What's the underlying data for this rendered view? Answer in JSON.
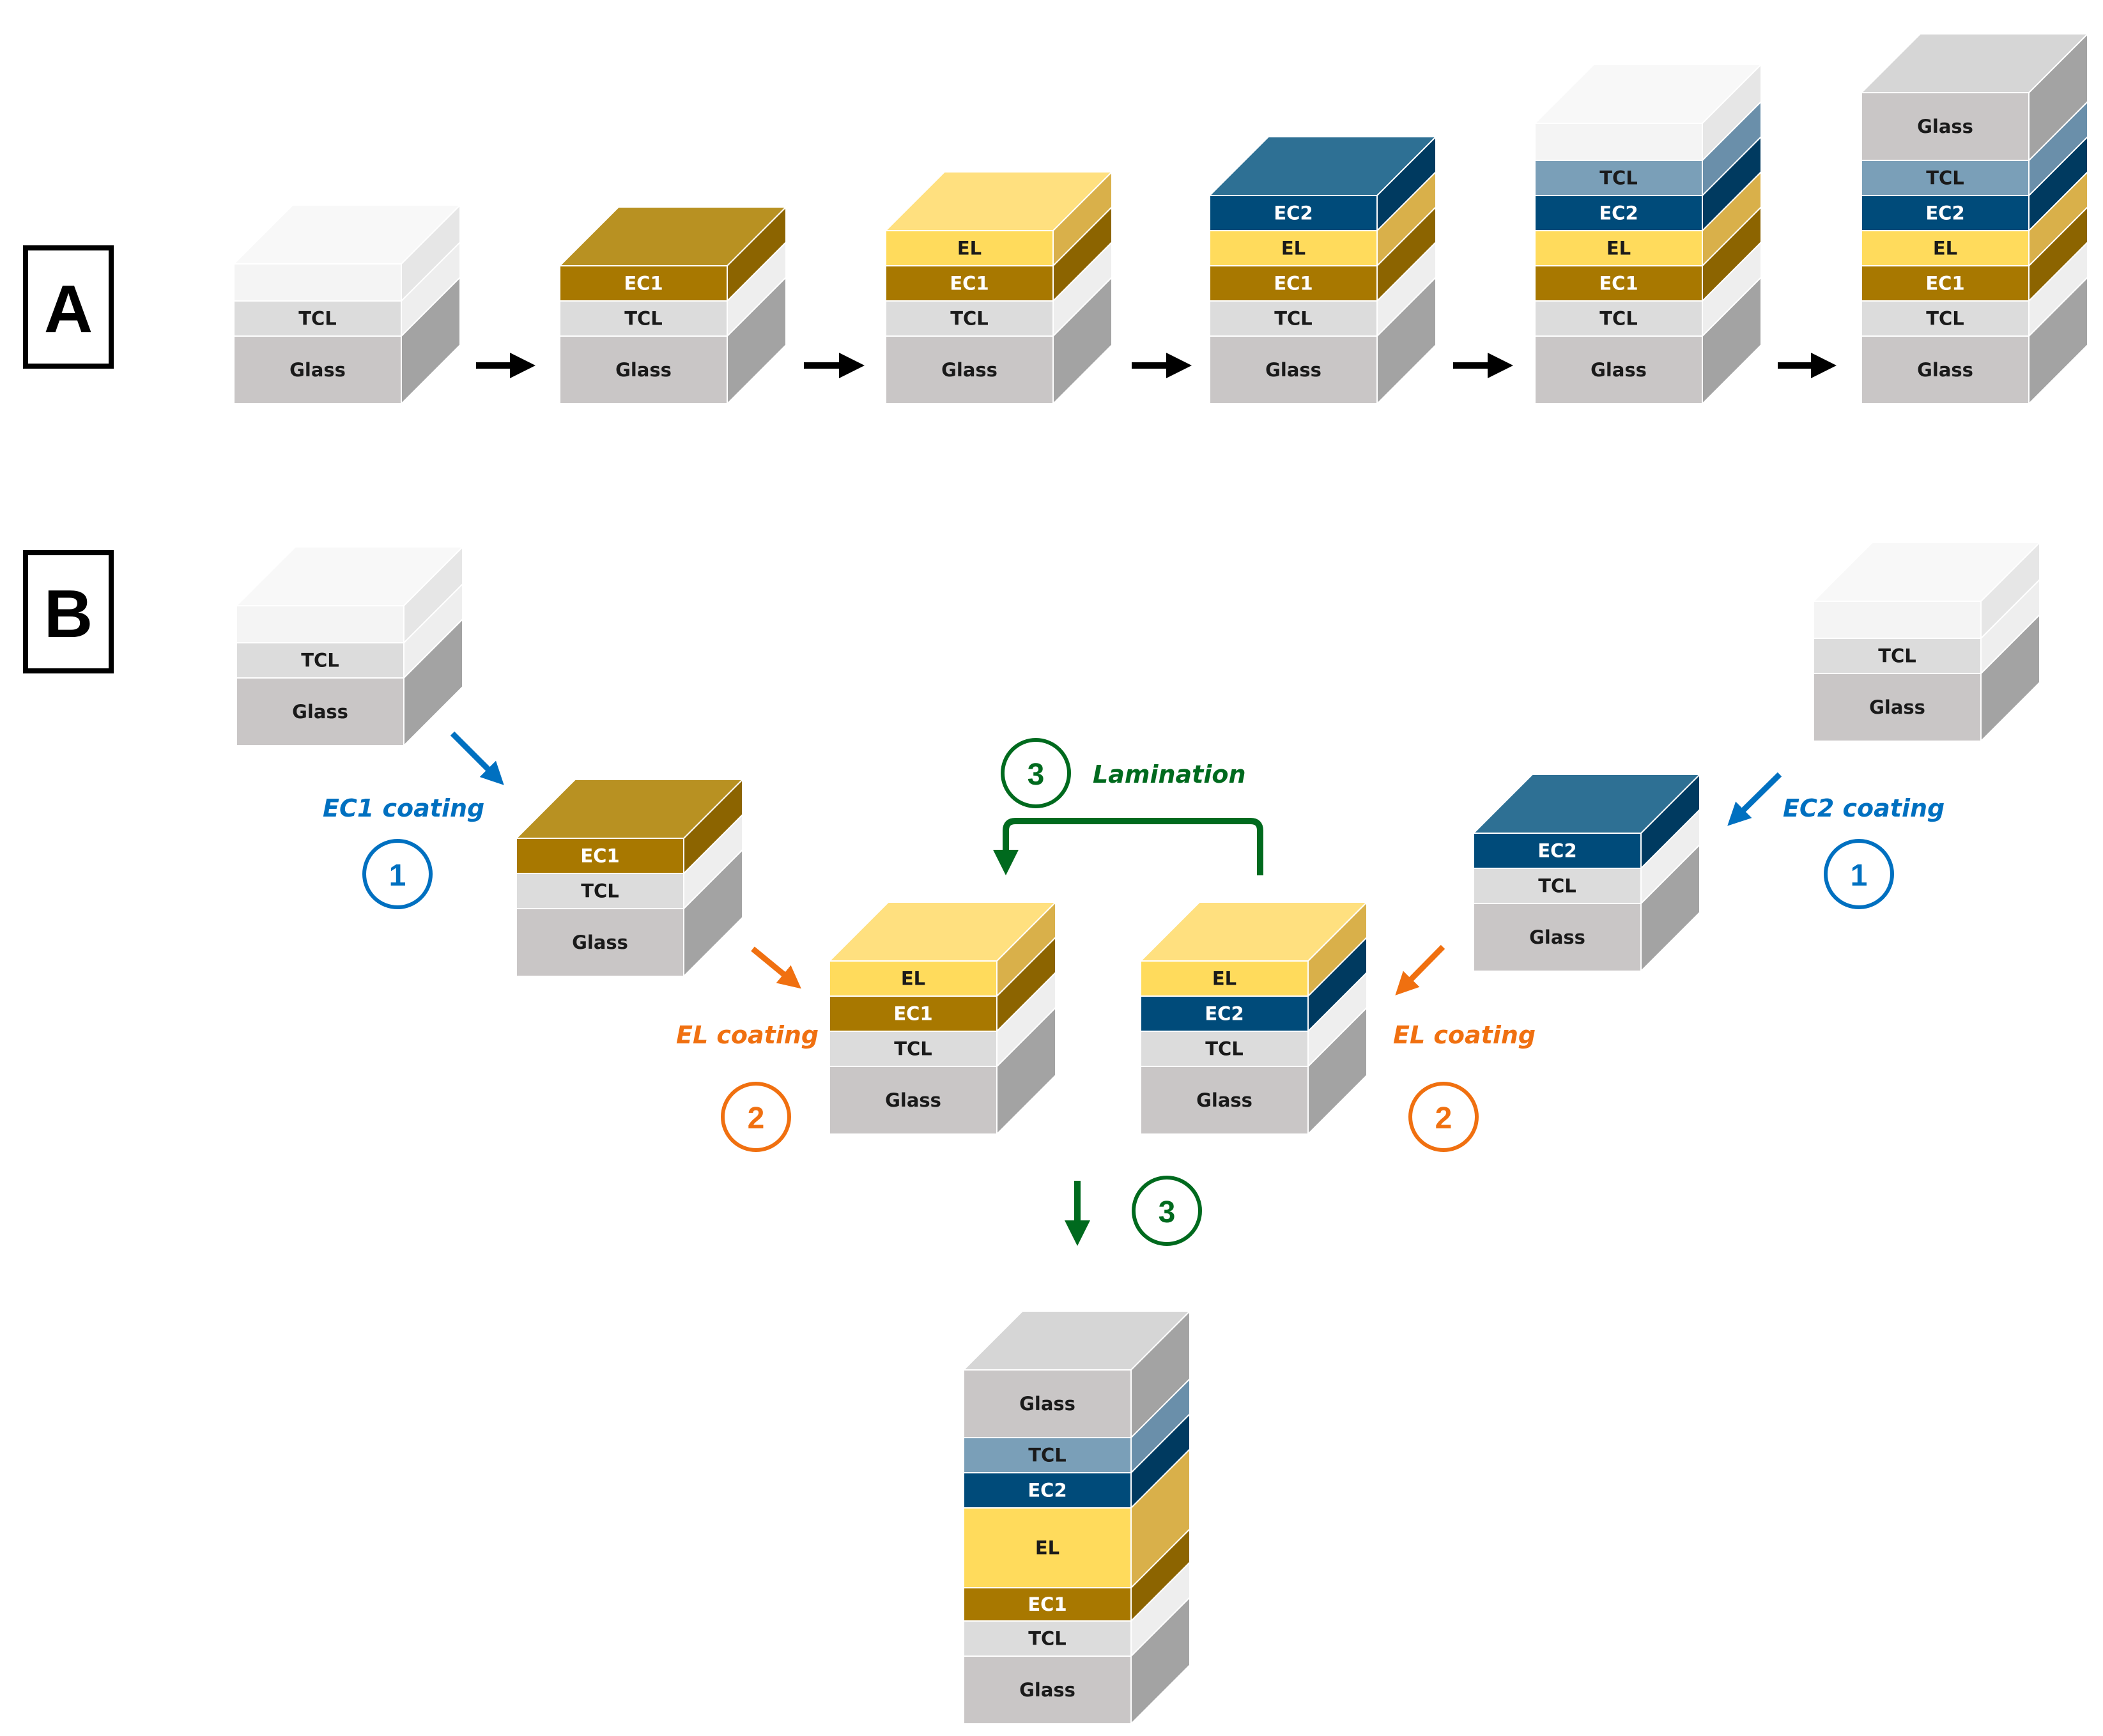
{
  "colors": {
    "glass": "#c9c6c6",
    "glass_side": "#a3a3a3",
    "glass_top": "#d6d6d6",
    "tcl": "#dcdcdc",
    "tcl_side": "#eeeeee",
    "tcl_blue": "#7a9fb8",
    "tcl_blue_side": "#6a8faa",
    "ec1": "#a87800",
    "ec1_side": "#8c6400",
    "ec1_top": "#b89122",
    "el": "#ffdb5c",
    "el_side": "#d9b04a",
    "el_top": "#ffe07f",
    "ec2": "#004b7a",
    "ec2_side": "#003a60",
    "ec2_top": "#2e7094",
    "blue_step": "#0070c0",
    "orange_step": "#f07010",
    "green_step": "#006a1e"
  },
  "panels": {
    "a": "A",
    "b": "B"
  },
  "layer_names": {
    "glass": "Glass",
    "tcl": "TCL",
    "ec1": "EC1",
    "el": "EL",
    "ec2": "EC2"
  },
  "stacks_a": [
    {
      "layers": [
        "glass",
        "tcl"
      ],
      "topEmpty": true
    },
    {
      "layers": [
        "glass",
        "tcl",
        "ec1"
      ]
    },
    {
      "layers": [
        "glass",
        "tcl",
        "ec1",
        "el"
      ]
    },
    {
      "layers": [
        "glass",
        "tcl",
        "ec1",
        "el",
        "ec2"
      ]
    },
    {
      "layers": [
        "glass",
        "tcl",
        "ec1",
        "el",
        "ec2",
        "tcl_blue"
      ],
      "topEmpty": true
    },
    {
      "layers": [
        "glass",
        "tcl",
        "ec1",
        "el",
        "ec2",
        "tcl_blue",
        "glass"
      ]
    }
  ],
  "steps": {
    "ec1_coating": "EC1 coating",
    "ec2_coating": "EC2 coating",
    "el_coating_left": "EL coating",
    "el_coating_right": "EL coating",
    "lamination": "Lamination",
    "num_1": "1",
    "num_2": "2",
    "num_3": "3"
  }
}
